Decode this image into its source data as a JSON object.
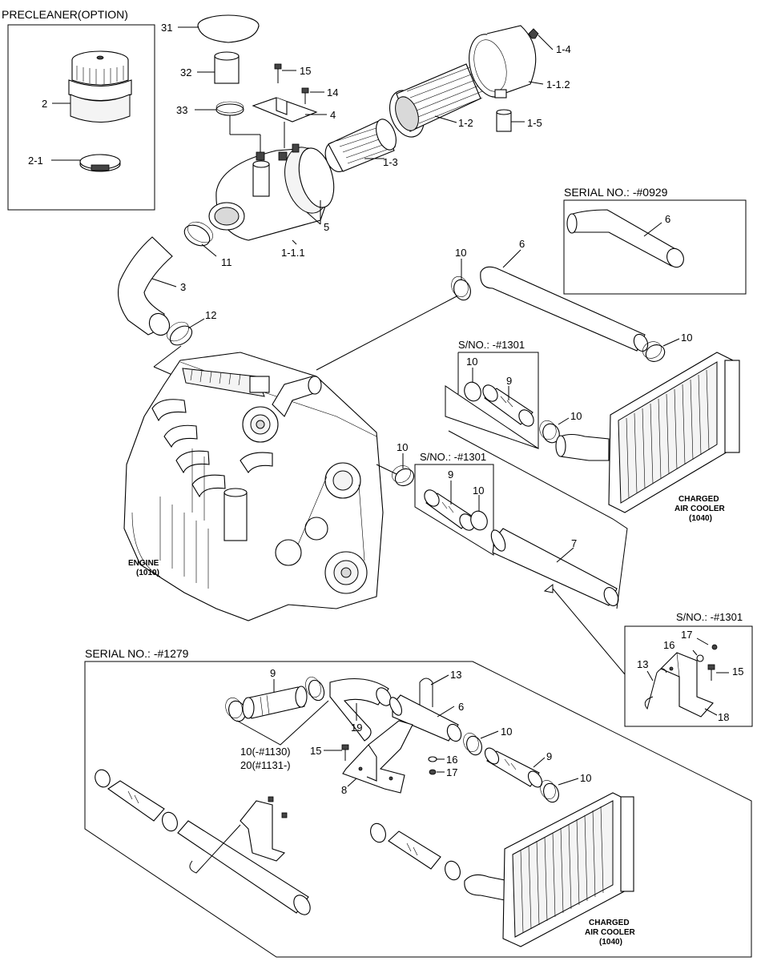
{
  "headers": {
    "precleaner": "PRECLEANER(OPTION)",
    "serial_0929": "SERIAL NO.: -#0929",
    "sno_1301_a": "S/NO.: -#1301",
    "sno_1301_b": "S/NO.: -#1301",
    "sno_1301_c": "S/NO.: -#1301",
    "serial_1279": "SERIAL NO.: -#1279"
  },
  "captions": {
    "engine": [
      "ENGINE",
      "(1010)"
    ],
    "cooler_a": [
      "CHARGED",
      "AIR COOLER",
      "(1040)"
    ],
    "cooler_b": [
      "CHARGED",
      "AIR COOLER",
      "(1040)"
    ]
  },
  "callouts": {
    "p2": "2",
    "p2_1": "2-1",
    "p31": "31",
    "p32": "32",
    "p33": "33",
    "p15_top": "15",
    "p14": "14",
    "p4": "4",
    "p1_4": "1-4",
    "p1_1_2": "1-1.2",
    "p1_2": "1-2",
    "p1_5": "1-5",
    "p1_3": "1-3",
    "p5": "5",
    "p11": "11",
    "p1_1_1": "1-1.1",
    "p3": "3",
    "p12": "12",
    "p6_serial": "6",
    "p10_a": "10",
    "p6_main": "6",
    "p10_b": "10",
    "p10_c": "10",
    "p9_a": "9",
    "p10_d": "10",
    "p10_e": "10",
    "p9_b": "9",
    "p10_f": "10",
    "p7": "7",
    "p17_r": "17",
    "p16_r": "16",
    "p13_r": "13",
    "p15_r": "15",
    "p18": "18",
    "p9_c": "9",
    "p13_l": "13",
    "p6_lower": "6",
    "p19": "19",
    "p10_g": "10",
    "p10_1130": "10(-#1130)",
    "p20_1131": "20(#1131-)",
    "p15_l": "15",
    "p16_l": "16",
    "p17_l": "17",
    "p9_d": "9",
    "p10_h": "10",
    "p8": "8"
  }
}
